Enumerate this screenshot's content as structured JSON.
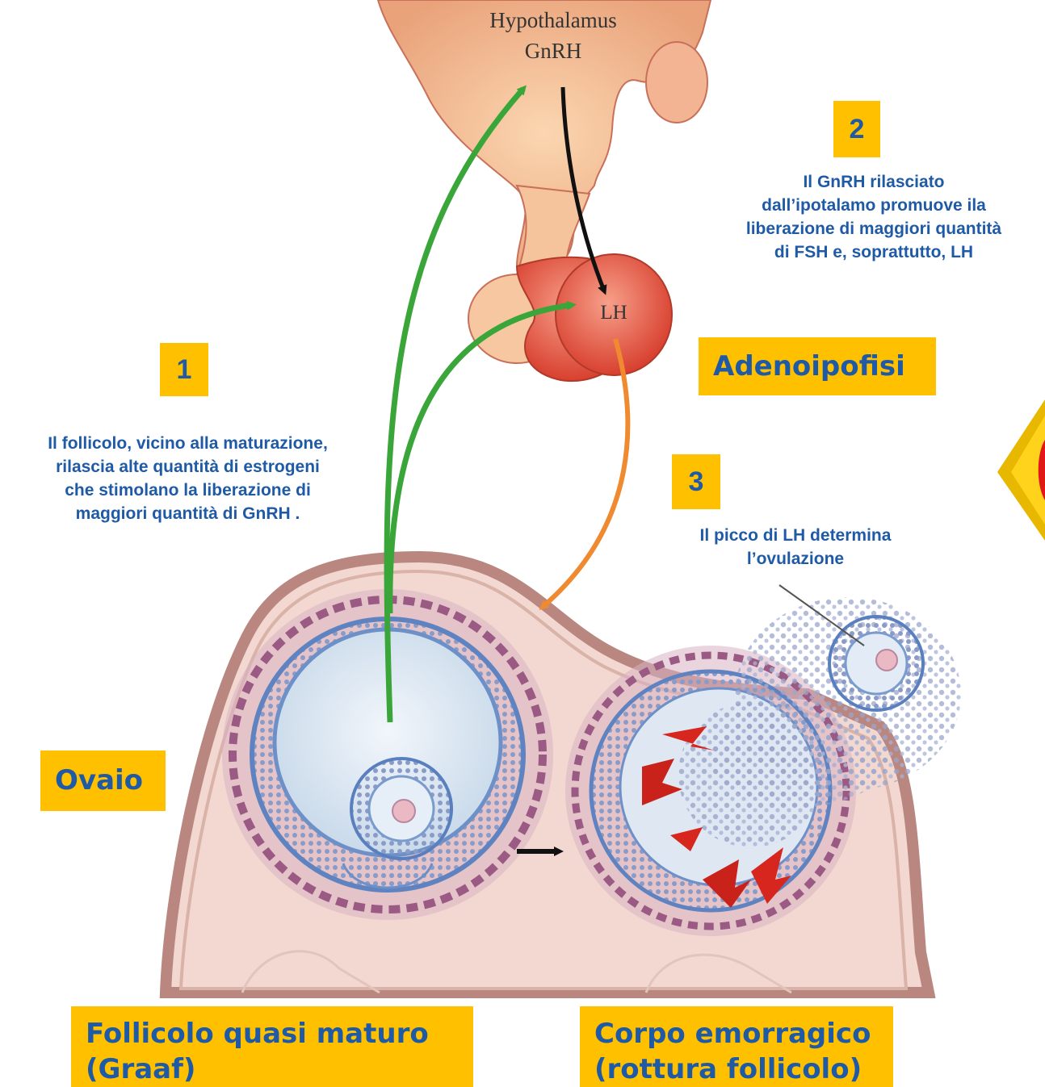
{
  "diagram": {
    "hypothalamus_label": "Hypothalamus",
    "gnrh_label": "GnRH",
    "lh_label": "LH",
    "steps": [
      {
        "number": "1",
        "lines": [
          "Il follicolo, vicino alla maturazione,",
          "rilascia alte quantità di estrogeni",
          "che stimolano la liberazione di",
          "maggiori quantità di GnRH ."
        ]
      },
      {
        "number": "2",
        "lines": [
          "Il GnRH rilasciato",
          "dall’ipotalamo  promuove ila",
          "liberazione di maggiori quantità",
          "di FSH e, soprattutto, LH"
        ]
      },
      {
        "number": "3",
        "lines": [
          "Il picco di LH determina",
          "l’ovulazione"
        ]
      }
    ],
    "boxes": {
      "adenoipofisi": "Adenoipofisi",
      "ovaio": "Ovaio",
      "follicolo": [
        "Follicolo quasi maturo",
        "(Graaf)"
      ],
      "corpo": [
        "Corpo emorragico",
        "(rottura follicolo)"
      ]
    }
  },
  "colors": {
    "box_fill": "#ffc000",
    "box_text": "#1f5aa6",
    "feedback_arrow": "#3aa63a",
    "lh_arrow": "#f08a30",
    "pituitary": "#e8604a",
    "ovary_tissue": "#f2d8d0"
  }
}
